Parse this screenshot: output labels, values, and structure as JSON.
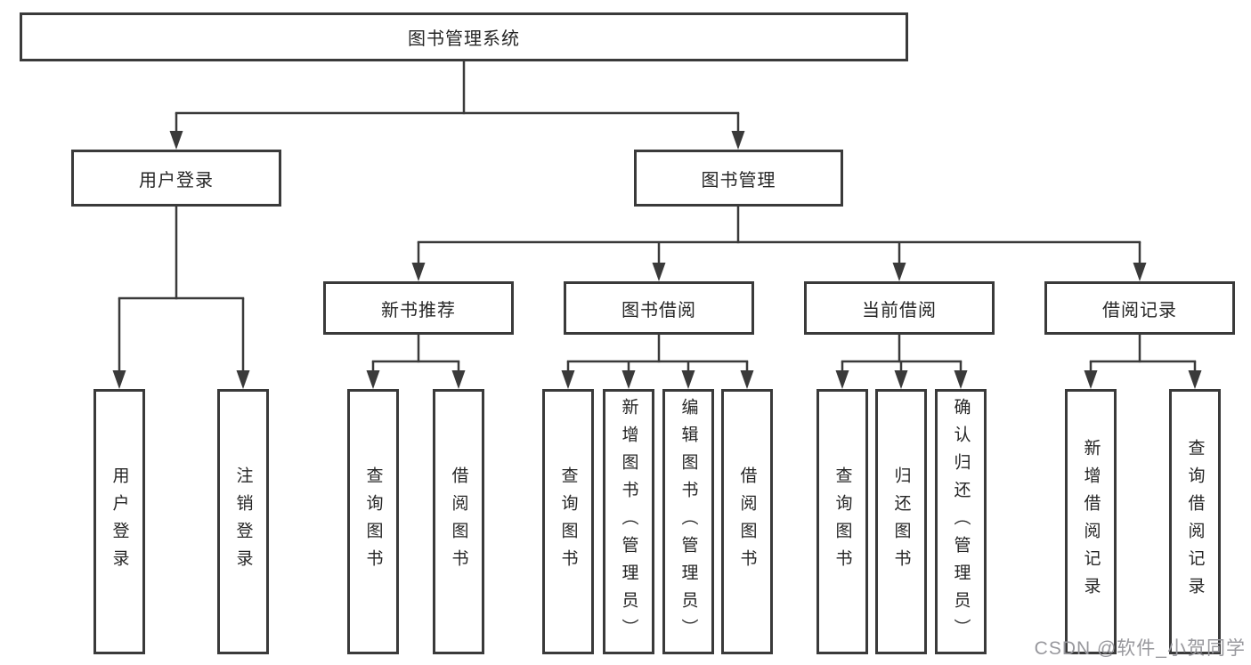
{
  "diagram": {
    "tree": {
      "root": "图书管理系统",
      "children": [
        {
          "label": "用户登录",
          "children": [
            "用户登录",
            "注销登录"
          ]
        },
        {
          "label": "图书管理",
          "children": [
            {
              "label": "新书推荐",
              "children": [
                "查询图书",
                "借阅图书"
              ]
            },
            {
              "label": "图书借阅",
              "children": [
                "查询图书",
                "新增图书（管理员）",
                "编辑图书（管理员）",
                "借阅图书"
              ]
            },
            {
              "label": "当前借阅",
              "children": [
                "查询图书",
                "归还图书",
                "确认归还（管理员）"
              ]
            },
            {
              "label": "借阅记录",
              "children": [
                "新增借阅记录",
                "查询借阅记录"
              ]
            }
          ]
        }
      ]
    },
    "colors": {
      "line": "#3a3a3a",
      "box_border": "#3a3a3a",
      "text": "#262626",
      "background": "#ffffff",
      "watermark": "#98989d"
    }
  },
  "watermark": {
    "text": "CSDN @软件_小贺同学"
  }
}
